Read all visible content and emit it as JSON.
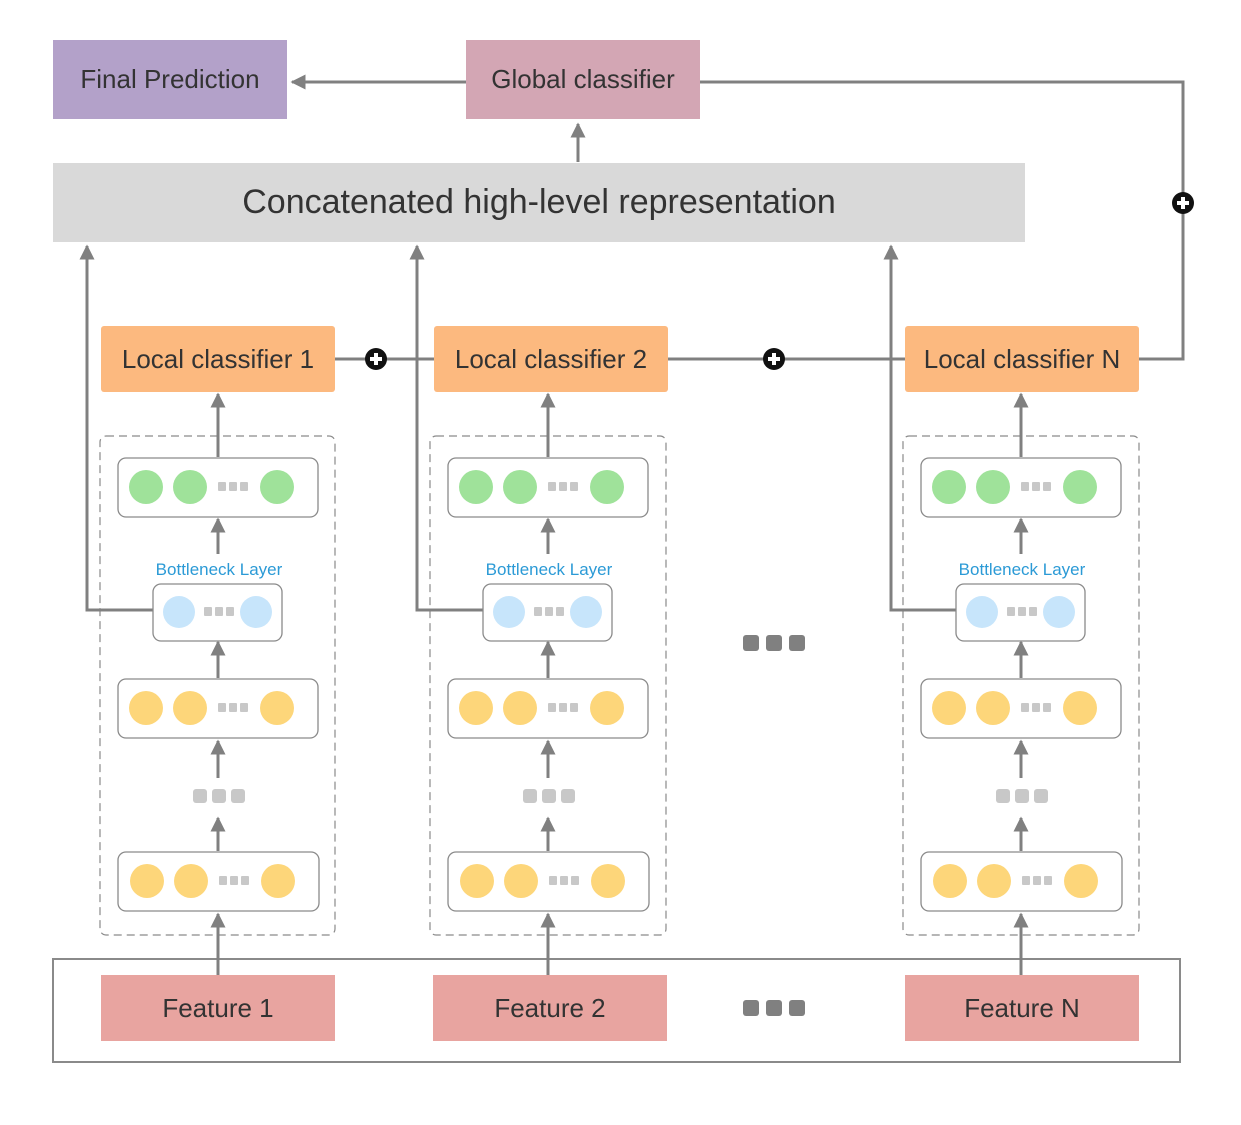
{
  "final_prediction": "Final Prediction",
  "global_classifier": "Global classifier",
  "concatenated": "Concatenated high-level representation",
  "bottleneck_label": "Bottleneck Layer",
  "columns": [
    {
      "local": "Local classifier 1",
      "feature": "Feature 1"
    },
    {
      "local": "Local classifier 2",
      "feature": "Feature 2"
    },
    {
      "local": "Local classifier N",
      "feature": "Feature N"
    }
  ],
  "colors": {
    "final": "#b3a1c9",
    "global": "#d3a6b4",
    "concat": "#d9d9d9",
    "local": "#fcb97f",
    "feature": "#e8a4a0",
    "green_node": "#9fe29a",
    "blue_node": "#c7e5fb",
    "yellow_node": "#fdd67a",
    "arrow": "#808080",
    "bottleneck_text": "#2b9ad6"
  },
  "icons": [
    "plus-circle-icon",
    "ellipsis-icon"
  ]
}
